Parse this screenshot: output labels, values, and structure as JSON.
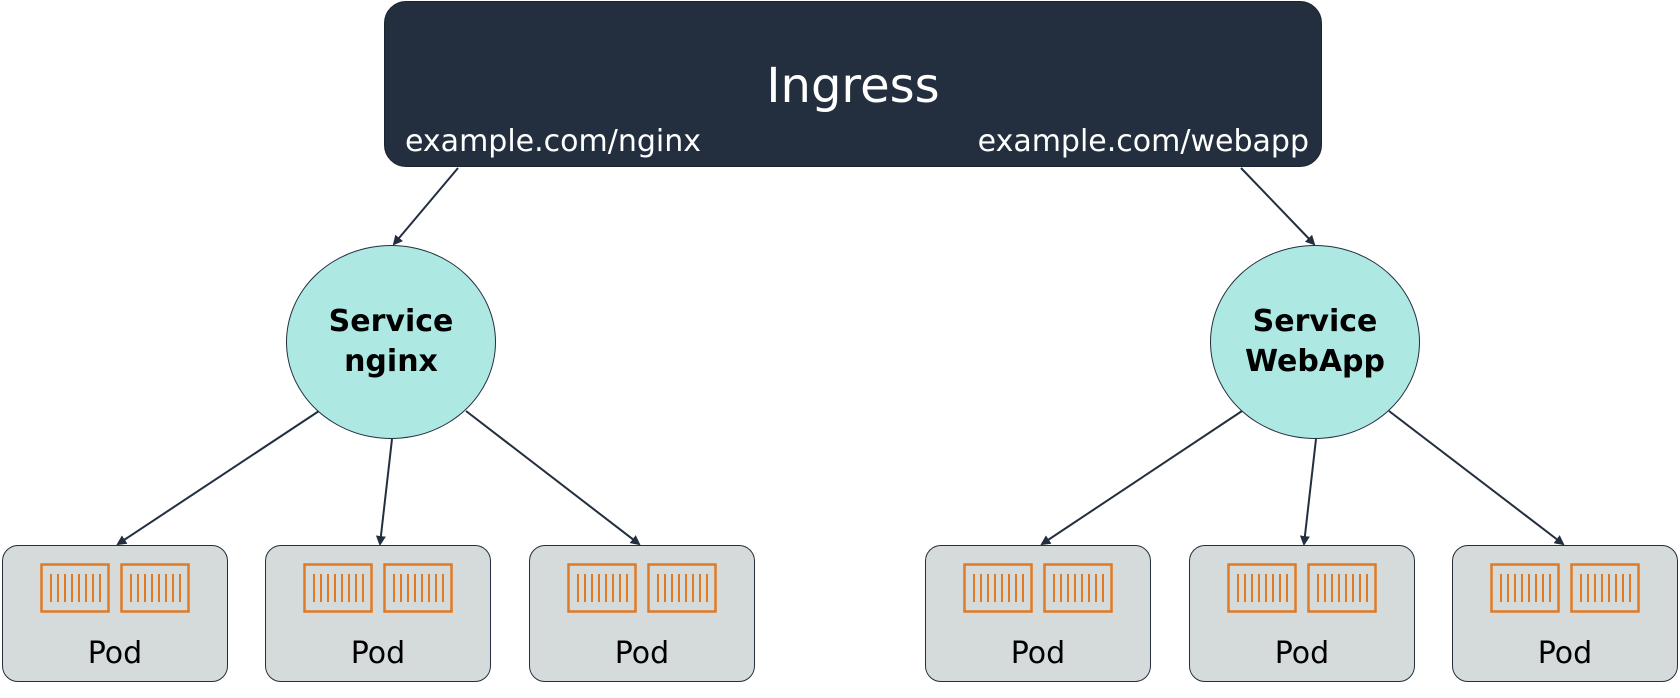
{
  "ingress": {
    "title": "Ingress",
    "routes": [
      "example.com/nginx",
      "example.com/webapp"
    ]
  },
  "services": [
    {
      "line1": "Service",
      "line2": "nginx"
    },
    {
      "line1": "Service",
      "line2": "WebApp"
    }
  ],
  "pods": [
    {
      "label": "Pod"
    },
    {
      "label": "Pod"
    },
    {
      "label": "Pod"
    },
    {
      "label": "Pod"
    },
    {
      "label": "Pod"
    },
    {
      "label": "Pod"
    }
  ],
  "colors": {
    "ingress_bg": "#232f3e",
    "service_fill": "#aee8e3",
    "pod_fill": "#d5dbdb",
    "container_icon": "#e07a25",
    "connector": "#232f3e"
  },
  "icons": {
    "container": "container-icon",
    "arrow": "arrow-icon"
  }
}
